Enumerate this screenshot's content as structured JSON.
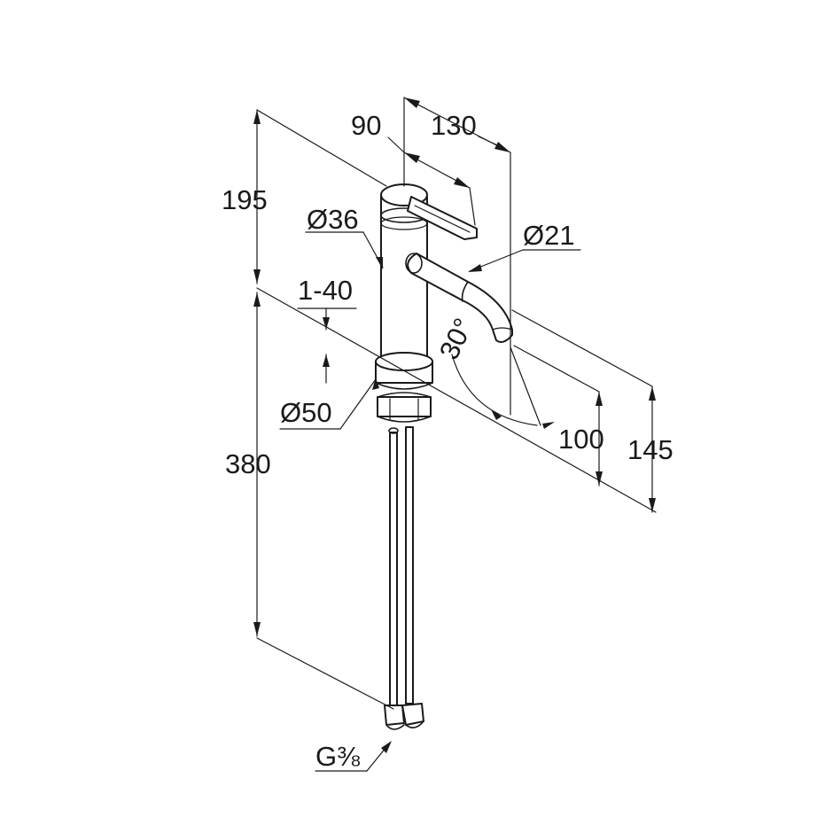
{
  "dimensions": {
    "spout_projection": "130",
    "lever_length": "90",
    "body_height_upper": "195",
    "body_diameter": "Ø36",
    "spout_diameter": "Ø21",
    "deck_thickness": "1-40",
    "spout_angle": "30°",
    "base_diameter": "Ø50",
    "outlet_height": "100",
    "total_spout_height": "145",
    "hose_length": "380",
    "connection_thread": "G⅜"
  }
}
